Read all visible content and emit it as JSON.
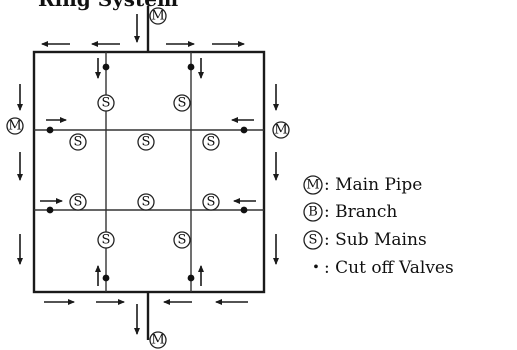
{
  "title": "Ring System",
  "symbols": {
    "main": "M",
    "branch": "B",
    "sub": "S"
  },
  "legend": [
    {
      "symbol": "M",
      "text": ": Main Pipe"
    },
    {
      "symbol": "B",
      "text": ": Branch"
    },
    {
      "symbol": "S",
      "text": ": Sub Mains"
    },
    {
      "symbol": "•",
      "text": ": Cut off Valves"
    }
  ]
}
